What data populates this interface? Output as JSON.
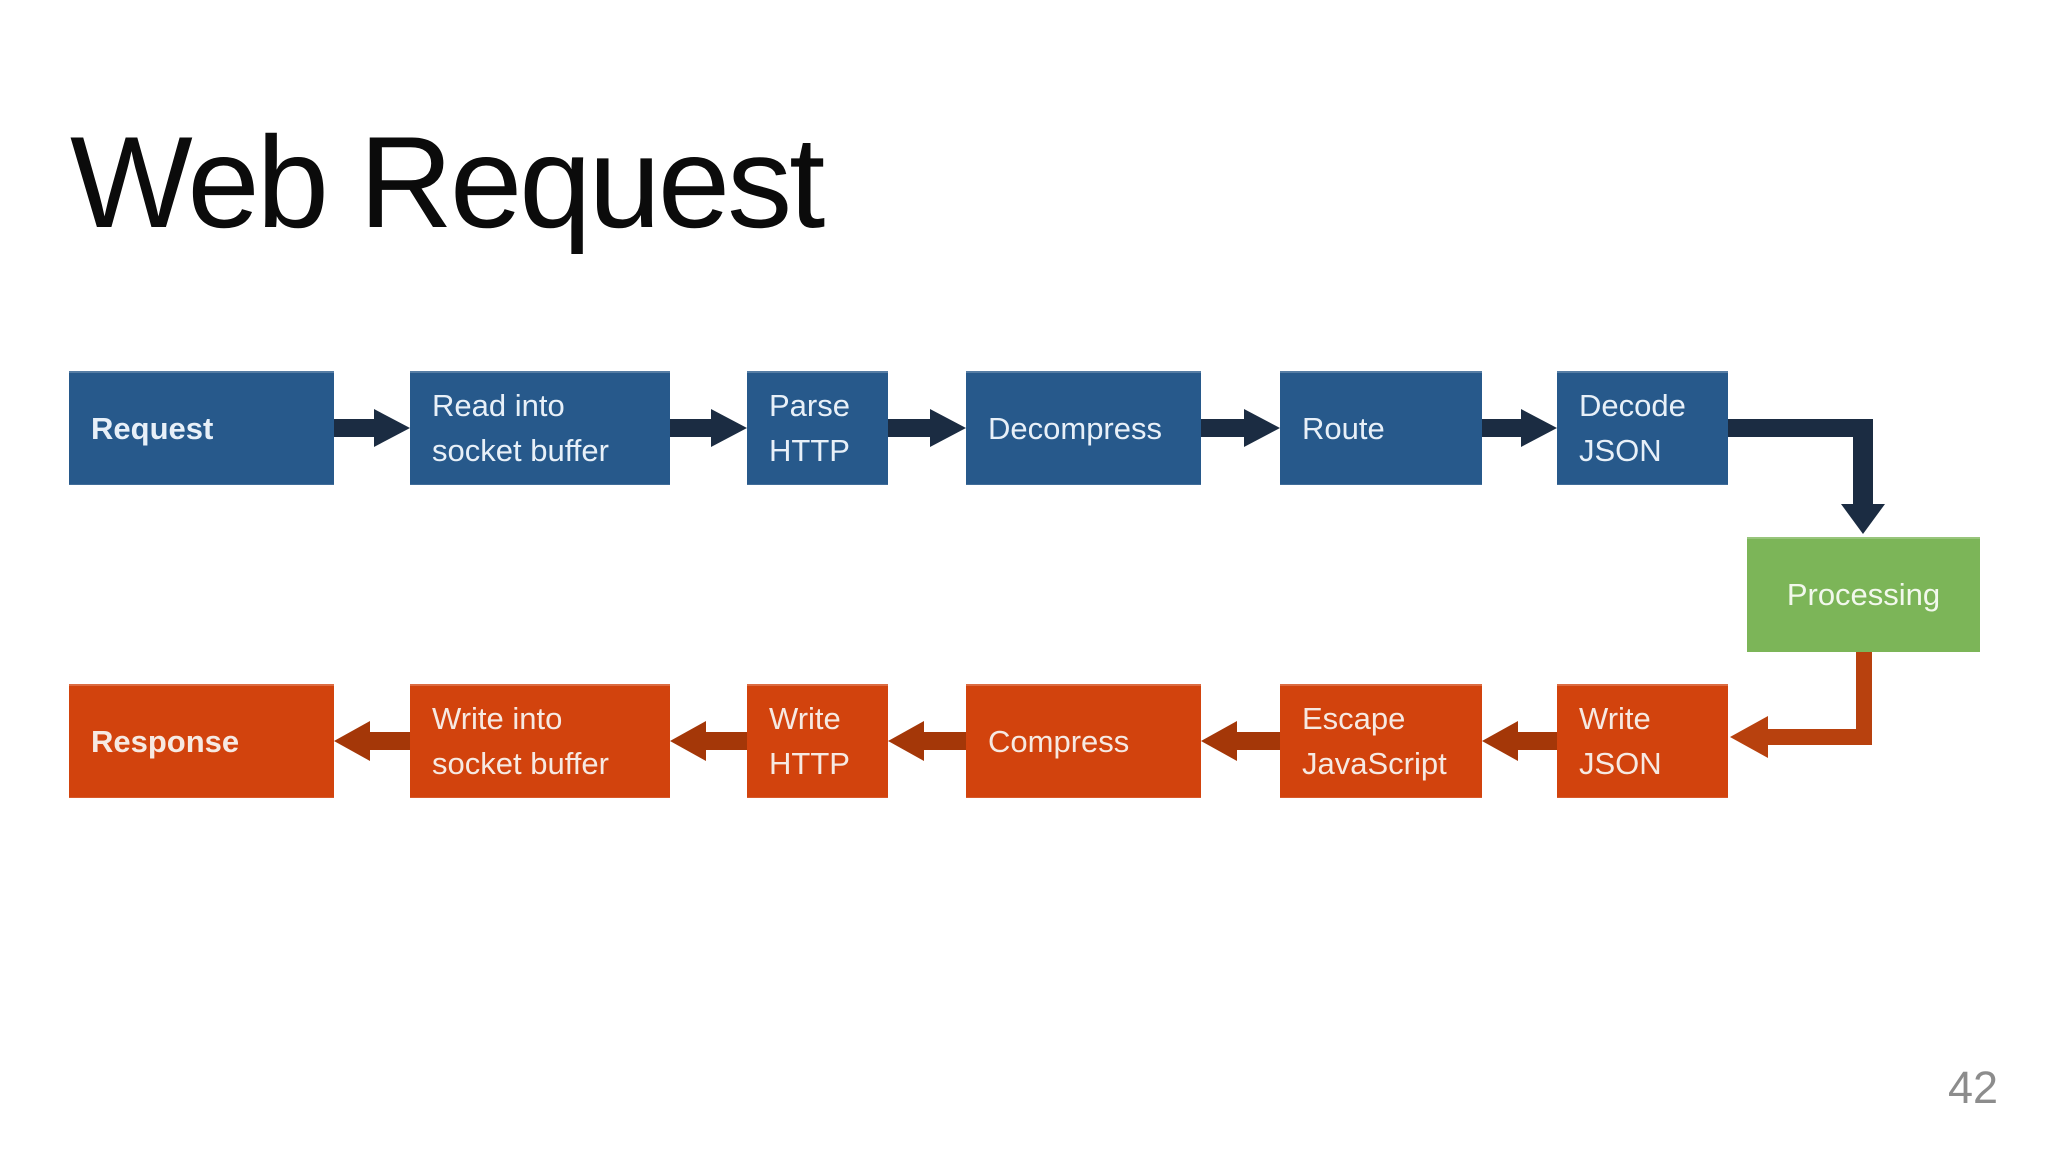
{
  "slide": {
    "title": "Web Request",
    "page_number": "42"
  },
  "diagram": {
    "request_row": {
      "direction": "right",
      "boxes": [
        {
          "label": "Request",
          "emphasis": true
        },
        {
          "label": "Read into\nsocket buffer"
        },
        {
          "label": "Parse\nHTTP"
        },
        {
          "label": "Decompress"
        },
        {
          "label": "Route"
        },
        {
          "label": "Decode\nJSON"
        }
      ]
    },
    "processing_box": {
      "label": "Processing"
    },
    "response_row": {
      "direction": "left",
      "boxes": [
        {
          "label": "Response",
          "emphasis": true
        },
        {
          "label": "Write into\nsocket buffer"
        },
        {
          "label": "Write\nHTTP"
        },
        {
          "label": "Compress"
        },
        {
          "label": "Escape\nJavaScript"
        },
        {
          "label": "Write\nJSON"
        }
      ]
    }
  },
  "colors": {
    "request_box": "#27598B",
    "request_arrow": "#1B2C42",
    "response_box": "#D2430D",
    "response_arrow": "#A43708",
    "response_elbow": "#B8410E",
    "processing_box": "#7CB558",
    "page_number": "#8C8C8C"
  }
}
